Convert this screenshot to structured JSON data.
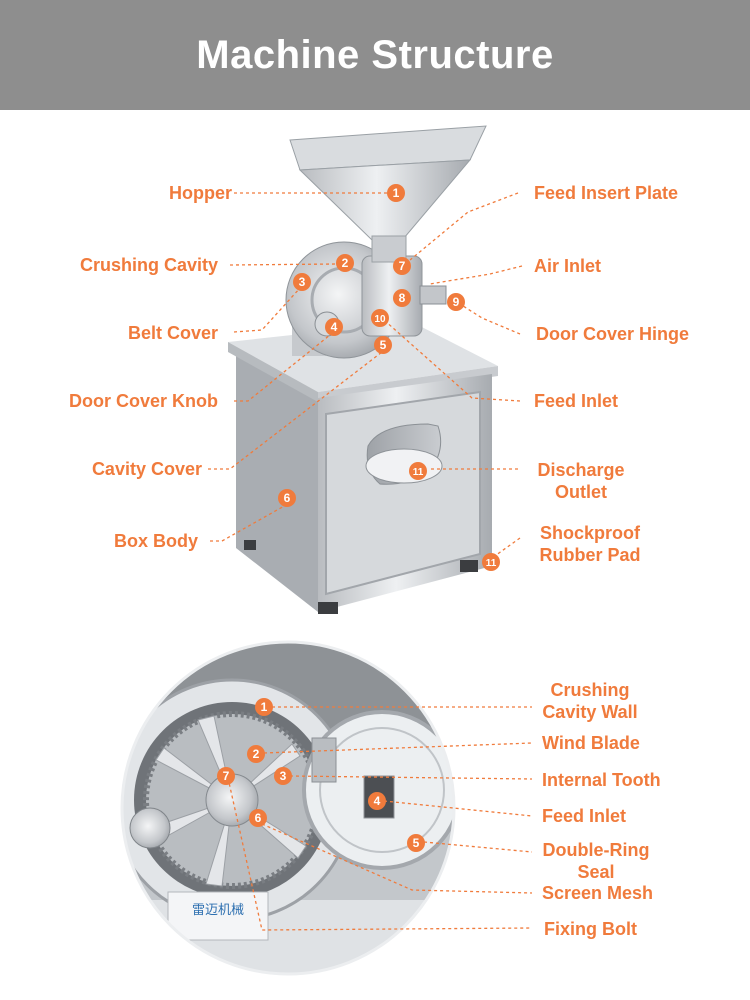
{
  "header": {
    "title": "Machine Structure"
  },
  "accent_color": "#f07b3c",
  "top_diagram": {
    "labels": [
      {
        "key": "hopper",
        "text": "Hopper"
      },
      {
        "key": "crushing_cavity",
        "text": "Crushing Cavity"
      },
      {
        "key": "belt_cover",
        "text": "Belt Cover"
      },
      {
        "key": "door_cover_knob",
        "text": "Door Cover Knob"
      },
      {
        "key": "cavity_cover",
        "text": "Cavity Cover"
      },
      {
        "key": "box_body",
        "text": "Box Body"
      },
      {
        "key": "feed_insert_plate",
        "text": "Feed Insert Plate"
      },
      {
        "key": "air_inlet",
        "text": "Air Inlet"
      },
      {
        "key": "door_cover_hinge",
        "text": "Door Cover Hinge"
      },
      {
        "key": "feed_inlet",
        "text": "Feed Inlet"
      },
      {
        "key": "discharge_outlet",
        "text": "Discharge Outlet"
      },
      {
        "key": "shockproof_rubber_pad",
        "text": "Shockproof Rubber Pad"
      }
    ],
    "markers": [
      "1",
      "2",
      "3",
      "4",
      "5",
      "6",
      "7",
      "8",
      "9",
      "10",
      "11",
      "11"
    ]
  },
  "bottom_diagram": {
    "labels": [
      {
        "key": "crushing_cavity_wall",
        "text": "Crushing Cavity Wall"
      },
      {
        "key": "wind_blade",
        "text": "Wind Blade"
      },
      {
        "key": "internal_tooth",
        "text": "Internal Tooth"
      },
      {
        "key": "feed_inlet",
        "text": "Feed Inlet"
      },
      {
        "key": "double_ring_seal",
        "text": "Double-Ring Seal"
      },
      {
        "key": "screen_mesh",
        "text": "Screen Mesh"
      },
      {
        "key": "fixing_bolt",
        "text": "Fixing Bolt"
      }
    ],
    "markers": [
      "1",
      "2",
      "3",
      "4",
      "5",
      "6",
      "7"
    ],
    "plate_text": "雷迈机械"
  }
}
